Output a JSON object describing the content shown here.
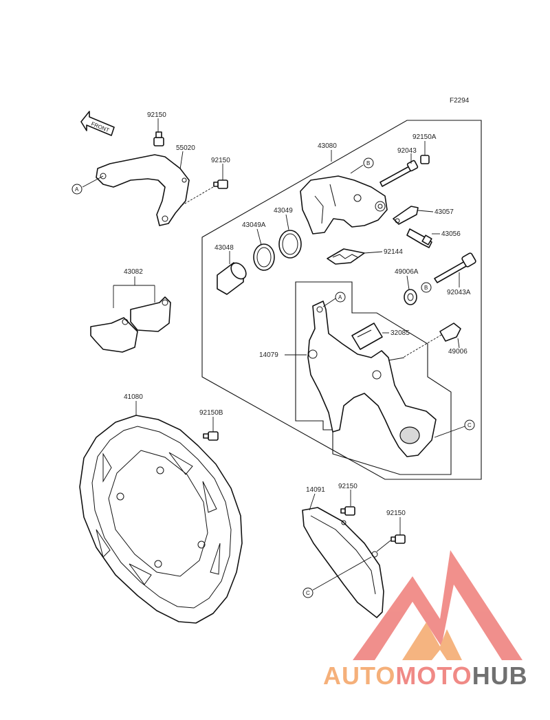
{
  "figure_code": "F2294",
  "front_label": "FRONT",
  "parts": [
    "92150",
    "55020",
    "92150",
    "43080",
    "92150A",
    "92043",
    "43057",
    "43056",
    "43049",
    "43049A",
    "43048",
    "92144",
    "49006A",
    "92043A",
    "32085",
    "49006",
    "14079",
    "43082",
    "41080",
    "92150B",
    "14091",
    "92150",
    "92150"
  ],
  "callouts": {
    "a": "A",
    "b": "B",
    "c": "C"
  },
  "watermark": {
    "brand_part1": "AUTO",
    "brand_part2": "MOTO",
    "brand_part3": "HUB",
    "color_orange": "#f5b07a",
    "color_red": "#f08a86",
    "color_gray": "#707070"
  }
}
